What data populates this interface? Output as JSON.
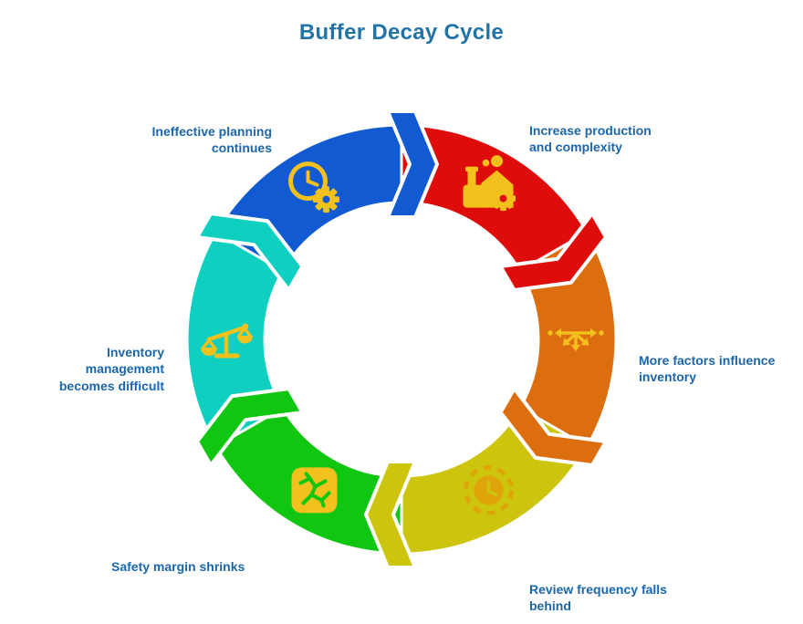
{
  "title": {
    "text": "Buffer Decay Cycle",
    "color": "#2173A8"
  },
  "colors": {
    "background": "#FFFFFF",
    "label_text": "#1B66AB",
    "separator": "#FFFFFF",
    "icon_gold": "#F2C11D",
    "icon_gold_dark": "#DFA40A"
  },
  "steps": [
    {
      "id": "increase-production",
      "label": "Increase production and complexity",
      "color": "#DF0C0C",
      "icon": "factory-gear-icon"
    },
    {
      "id": "more-factors",
      "label": "More factors influence inventory",
      "color": "#DC6E10",
      "icon": "spread-arrows-icon"
    },
    {
      "id": "review-frequency",
      "label": "Review frequency falls behind",
      "color": "#CCC40D",
      "icon": "dashed-clock-icon"
    },
    {
      "id": "safety-margin",
      "label": "Safety margin shrinks",
      "color": "#10C610",
      "icon": "cracked-square-icon"
    },
    {
      "id": "inventory-management",
      "label": "Inventory management becomes difficult",
      "color": "#0FD0C0",
      "icon": "balance-scale-icon"
    },
    {
      "id": "ineffective-planning",
      "label": "Ineffective planning continues",
      "color": "#115AD2",
      "icon": "clock-gear-icon"
    }
  ]
}
